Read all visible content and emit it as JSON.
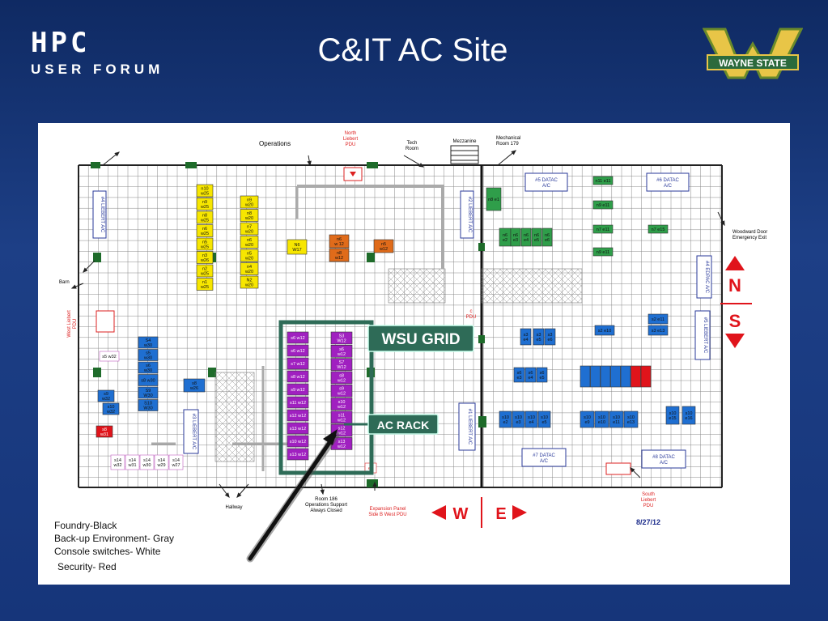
{
  "header": {
    "logo_left_top": "HPC",
    "logo_left_bottom": "USER FORUM",
    "title": "C&IT AC Site",
    "logo_right": "WAYNE STATE"
  },
  "colors": {
    "background": "#1a3a80",
    "accent_red": "#e0141b",
    "teal_box": "#2e6b57",
    "magenta": "#a020c0",
    "yellow": "#f7e600",
    "orange": "#e06b1a",
    "blue": "#1f6fd1",
    "green": "#2f9e4a"
  },
  "floorplan": {
    "labels": {
      "operations": "Operations",
      "north_pdu": "North\nLiebert\nPDU",
      "tech_room": "Tech\nRoom",
      "mezzanine": "Mezzanine",
      "mech_room": "Mechanical\nRoom 179",
      "datac5": "#5 DATAC\nA/C",
      "datac6": "#6 DATAC\nA/C",
      "datac7": "#7 DATAC\nA/C",
      "datac8": "#8 DATAC\nA/C",
      "liebert4": "#4 LIEBERT A/C",
      "liebert2": "#2 LIEBERT A/C",
      "liebert3": "#3 LIEBERT A/C",
      "liebert1": "#1 LIEBERT A/C",
      "liebert5": "#5 LIEBERT A/C",
      "edpac4": "#4 EDPAC A/C",
      "woodward": "Woodward Door\nEmergency Exit",
      "barn": "Barn",
      "west_pdu": "West Liebert\nPDU",
      "hallway": "Hallway",
      "room186": "Room 186\nOperations Support\nAlways Closed",
      "expansion": "Expansion Panel\nSide B West PDU",
      "south_pdu": "South\nLiebert\nPDU",
      "date": "8/27/12",
      "c_pdu": "c\nPDU",
      "ep": "ep"
    },
    "callouts": {
      "wsu_grid": "WSU GRID",
      "ac_rack": "AC RACK"
    },
    "compass": {
      "north": "N",
      "south": "S",
      "west": "W",
      "east": "E"
    },
    "yellow_racks": [
      "n10\nw25",
      "n9\nw25",
      "n8\nw25",
      "n6\nw25",
      "n5\nw25",
      "n3\nw26",
      "n2\nw25",
      "n1\nw25"
    ],
    "yellow_racks2": [
      "n9\nw20",
      "n8\nw20",
      "n7\nw20",
      "n6\nw20",
      "n5\nw20",
      "n4\nw20",
      "N2\nw20"
    ],
    "n6_w17": "N6\nW17",
    "orange_racks": [
      "n6\nw 12",
      "n8\nw12"
    ],
    "orange_rack3": "n5\nw12",
    "magenta_left": [
      "s6 w12",
      "s6 w12",
      "s7 w12",
      "s8 w12",
      "s9 w12",
      "s11 w12",
      "s12 w12",
      "s13 w12",
      "s10 w12",
      "s13 w12"
    ],
    "magenta_right": [
      "S3\nW12",
      "s6\nw12",
      "S7\nW12",
      "s8\nw12",
      "s9\nw12",
      "s10\nw12",
      "s11\nw12",
      "s12\nw12",
      "s13\nw12"
    ],
    "blue_left": [
      "S4\nw30",
      "s5\nw30",
      "s6\nw30",
      "s8 w30",
      "S9\nW30",
      "S10\nW30"
    ],
    "s5w32": "s5 w32",
    "s8w26": "s8\nw26",
    "s9w32": "s9\nw32",
    "s10w32": "s10\nw32",
    "s8w31": "s8\nw31",
    "bottom_racks": [
      "s14\nw32",
      "s14\nw31",
      "s14\nw30",
      "s14\nw29",
      "s14\nw27"
    ],
    "green_racks": [
      "n8 e1",
      "n11 e11",
      "n9 e11",
      "n7 e11",
      "n9 e11",
      "n7 e15",
      "n6\ne2"
    ],
    "green_small": [
      "n6\ne3",
      "n6\ne4",
      "n6\ne5",
      "n6\ne6"
    ],
    "blue_right": [
      "s3\ne4",
      "s3\ne5",
      "s3\ne6",
      "s2 e10",
      "s2 e11",
      "s3 e13",
      "s6\ne3",
      "s6\ne4",
      "s6\ne5",
      "s10\ne2",
      "s10\ne3",
      "s10\ne4",
      "s10\ne5",
      "s10\ne9",
      "s10\ne10",
      "s10\ne11",
      "s10\ne13",
      "s10\ne15",
      "s10\ne16"
    ]
  },
  "legend": [
    "Foundry-Black",
    "Back-up Environment- Gray",
    "Console switches- White",
    "Security- Red"
  ]
}
